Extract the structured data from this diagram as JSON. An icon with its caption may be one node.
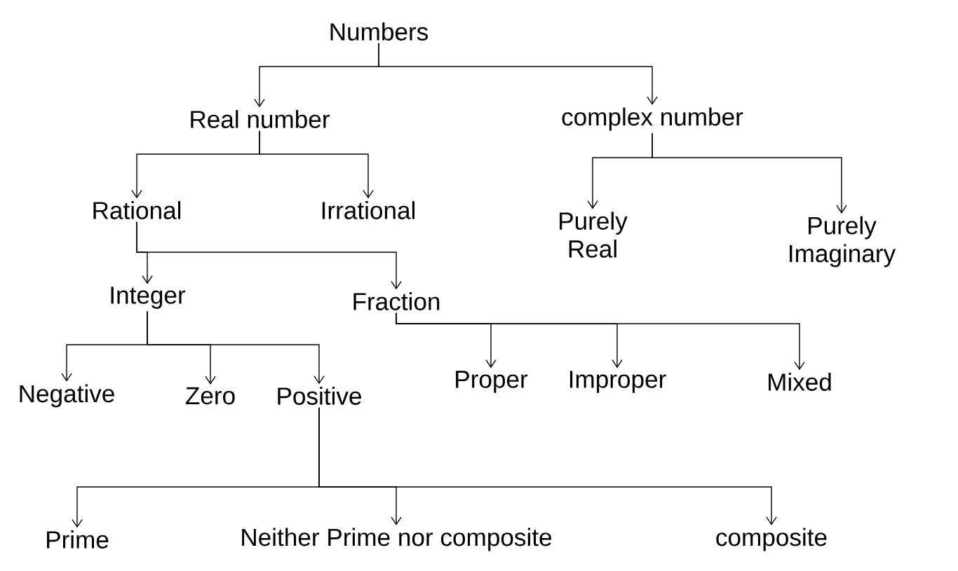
{
  "diagram": {
    "nodes": [
      {
        "text": [
          "Numbers"
        ]
      },
      {
        "text": [
          "Real number"
        ]
      },
      {
        "text": [
          "complex number"
        ]
      },
      {
        "text": [
          "Rational"
        ]
      },
      {
        "text": [
          "Irrational"
        ]
      },
      {
        "text": [
          "Purely Real"
        ]
      },
      {
        "text": [
          "Purely Imaginary"
        ]
      },
      {
        "text": [
          "Integer"
        ]
      },
      {
        "text": [
          "Fraction"
        ]
      },
      {
        "text": [
          "Negative"
        ]
      },
      {
        "text": [
          "Zero"
        ]
      },
      {
        "text": [
          "Positive"
        ]
      },
      {
        "text": [
          "Proper"
        ]
      },
      {
        "text": [
          "Improper"
        ]
      },
      {
        "text": [
          "Mixed"
        ]
      },
      {
        "text": [
          "Prime"
        ]
      },
      {
        "text": [
          "Neither Prime nor composite"
        ]
      },
      {
        "text": [
          "composite"
        ]
      }
    ],
    "edges": [
      {
        "from": 0,
        "to": 1,
        "arrow": "to"
      },
      {
        "from": 0,
        "to": 2,
        "arrow": "to"
      },
      {
        "from": 1,
        "to": 3,
        "arrow": "to"
      },
      {
        "from": 1,
        "to": 4,
        "arrow": "to"
      },
      {
        "from": 2,
        "to": 5,
        "arrow": "to"
      },
      {
        "from": 2,
        "to": 6,
        "arrow": "to"
      },
      {
        "from": 3,
        "to": 7,
        "arrow": "to"
      },
      {
        "from": 3,
        "to": 8,
        "arrow": "to"
      },
      {
        "from": 7,
        "to": 9,
        "arrow": "to"
      },
      {
        "from": 7,
        "to": 10,
        "arrow": "to"
      },
      {
        "from": 7,
        "to": 11,
        "arrow": "to"
      },
      {
        "from": 8,
        "to": 12,
        "arrow": "to"
      },
      {
        "from": 8,
        "to": 13,
        "arrow": "to"
      },
      {
        "from": 8,
        "to": 14,
        "arrow": "to"
      },
      {
        "from": 11,
        "to": 15,
        "arrow": "to"
      },
      {
        "from": 11,
        "to": 16,
        "arrow": "to"
      },
      {
        "from": 11,
        "to": 17,
        "arrow": "to"
      }
    ]
  }
}
